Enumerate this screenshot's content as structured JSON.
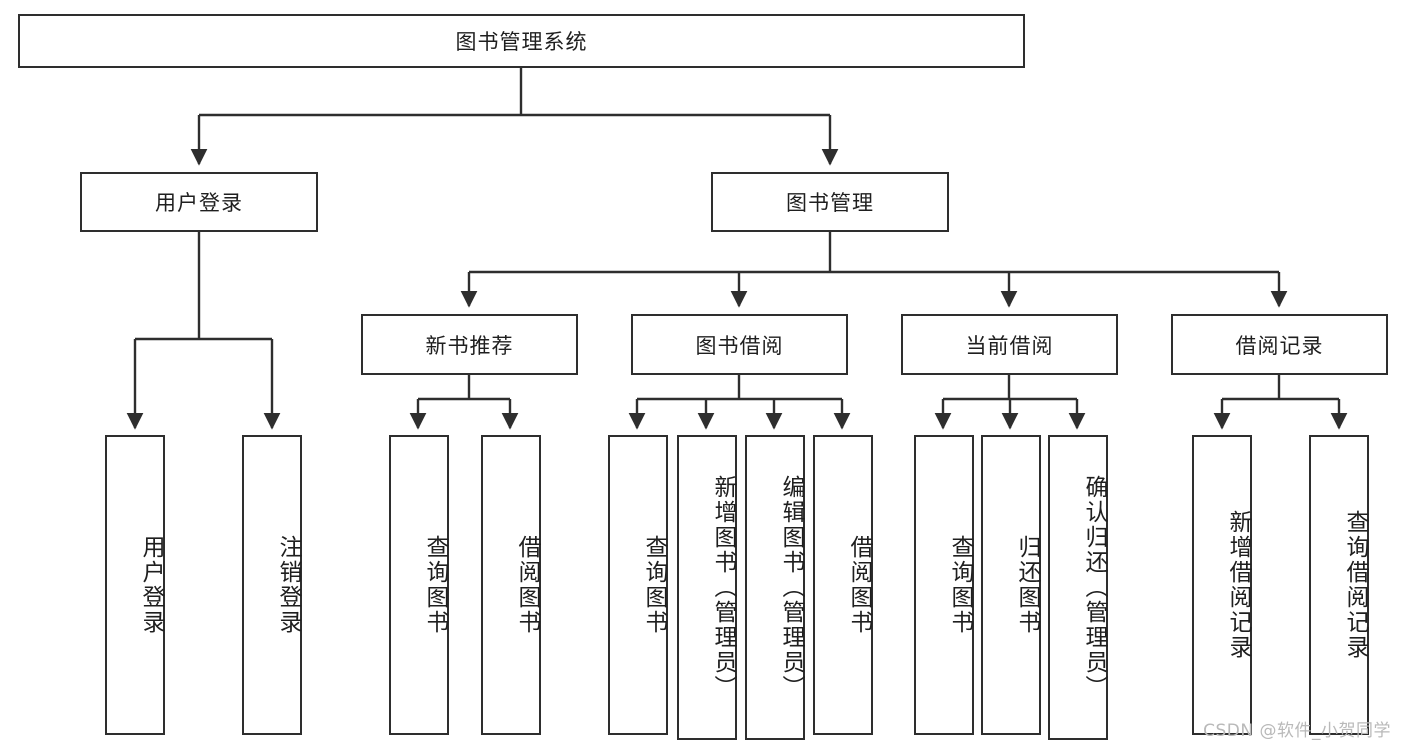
{
  "diagram": {
    "title": "图书管理系统",
    "type": "tree-hierarchy",
    "watermark": "CSDN @软件_小贺同学",
    "colors": {
      "stroke": "#2e2e2e",
      "fill": "#ffffff",
      "text": "#1f1f1f",
      "watermark": "#b9b9b9"
    }
  },
  "nodes": {
    "root": {
      "label": "图书管理系统",
      "level": 1,
      "orientation": "horizontal"
    },
    "level2": [
      {
        "id": "user-login",
        "label": "用户登录",
        "orientation": "horizontal"
      },
      {
        "id": "book-manage",
        "label": "图书管理",
        "orientation": "horizontal"
      }
    ],
    "level3": [
      {
        "id": "new-book-rec",
        "label": "新书推荐",
        "orientation": "horizontal"
      },
      {
        "id": "book-borrow",
        "label": "图书借阅",
        "orientation": "horizontal"
      },
      {
        "id": "current-borrow",
        "label": "当前借阅",
        "orientation": "horizontal"
      },
      {
        "id": "borrow-record",
        "label": "借阅记录",
        "orientation": "horizontal"
      }
    ],
    "leaves": [
      {
        "id": "leaf-user-login",
        "label": "用户登录",
        "parent": "user-login",
        "orientation": "vertical"
      },
      {
        "id": "leaf-logout",
        "label": "注销登录",
        "parent": "user-login",
        "orientation": "vertical"
      },
      {
        "id": "leaf-query-book-1",
        "label": "查询图书",
        "parent": "new-book-rec",
        "orientation": "vertical"
      },
      {
        "id": "leaf-borrow-book-1",
        "label": "借阅图书",
        "parent": "new-book-rec",
        "orientation": "vertical"
      },
      {
        "id": "leaf-query-book-2",
        "label": "查询图书",
        "parent": "book-borrow",
        "orientation": "vertical"
      },
      {
        "id": "leaf-add-book",
        "label": "新增图书（管理员）",
        "parent": "book-borrow",
        "orientation": "vertical"
      },
      {
        "id": "leaf-edit-book",
        "label": "编辑图书（管理员）",
        "parent": "book-borrow",
        "orientation": "vertical"
      },
      {
        "id": "leaf-borrow-book-2",
        "label": "借阅图书",
        "parent": "book-borrow",
        "orientation": "vertical"
      },
      {
        "id": "leaf-query-book-3",
        "label": "查询图书",
        "parent": "current-borrow",
        "orientation": "vertical"
      },
      {
        "id": "leaf-return-book",
        "label": "归还图书",
        "parent": "current-borrow",
        "orientation": "vertical"
      },
      {
        "id": "leaf-confirm-return",
        "label": "确认归还（管理员）",
        "parent": "current-borrow",
        "orientation": "vertical"
      },
      {
        "id": "leaf-add-record",
        "label": "新增借阅记录",
        "parent": "borrow-record",
        "orientation": "vertical"
      },
      {
        "id": "leaf-query-record",
        "label": "查询借阅记录",
        "parent": "borrow-record",
        "orientation": "vertical"
      }
    ]
  }
}
